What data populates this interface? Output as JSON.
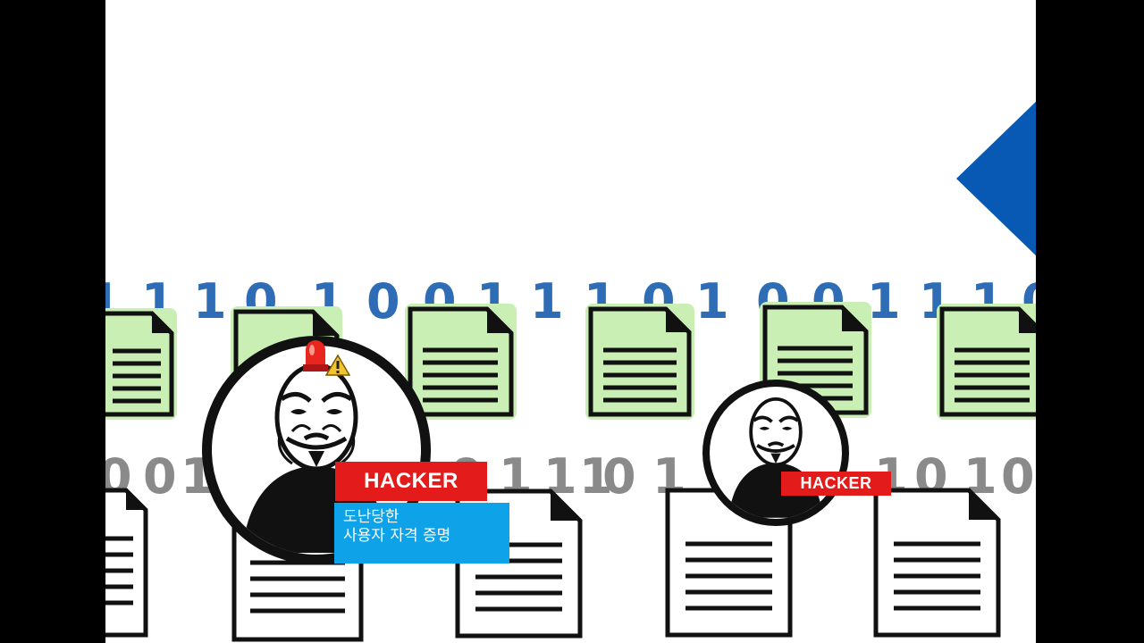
{
  "binary_rows": {
    "top_row": "1 1 1 0 1 0 0 1 1 1 0 1 0 0 1 1 1 0",
    "bottom_row": "0 0 1 0 1 1 1 1 0 1 0 1 1 0 1 0"
  },
  "colors": {
    "top_bits": "#2e6db5",
    "bottom_bits": "#8a8a8a",
    "doc_green": "#c9efb5",
    "tag_red": "#e41b1b",
    "info_blue": "#0ea3e8",
    "arrow_blue": "#0759b3"
  },
  "hacker_large": {
    "tag_label": "HACKER",
    "info_line1": "도난당한",
    "info_line2": "사용자 자격 증명",
    "alarm_icon": "siren-icon",
    "warning_icon": "warning-icon"
  },
  "hacker_small": {
    "tag_label": "HACKER"
  },
  "icons": {
    "document": "document-icon",
    "mask": "anonymous-mask-icon",
    "arrow": "play-arrow-icon"
  }
}
